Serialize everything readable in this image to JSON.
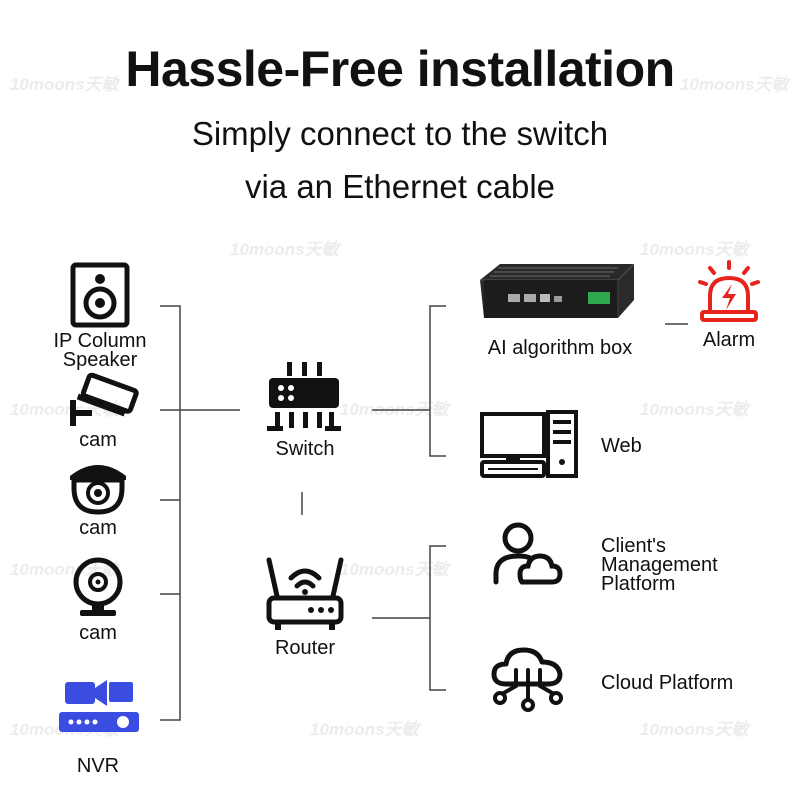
{
  "header": {
    "title": "Hassle-Free installation",
    "subtitle_line1": "Simply connect to the switch",
    "subtitle_line2": "via an Ethernet cable"
  },
  "watermark": "10moons天敏",
  "left_devices": {
    "speaker_line1": "IP Column",
    "speaker_line2": "Speaker",
    "cam1": "cam",
    "cam2": "cam",
    "cam3": "cam",
    "nvr": "NVR"
  },
  "center": {
    "switch": "Switch",
    "router": "Router"
  },
  "right": {
    "ai_box": "AI algorithm box",
    "alarm": "Alarm",
    "web": "Web",
    "client_line1": "Client's",
    "client_line2": "Management",
    "client_line3": "Platform",
    "cloud": "Cloud Platform"
  },
  "colors": {
    "nvr_accent": "#3b4de0",
    "alarm_accent": "#e8221c",
    "line": "#444444"
  }
}
